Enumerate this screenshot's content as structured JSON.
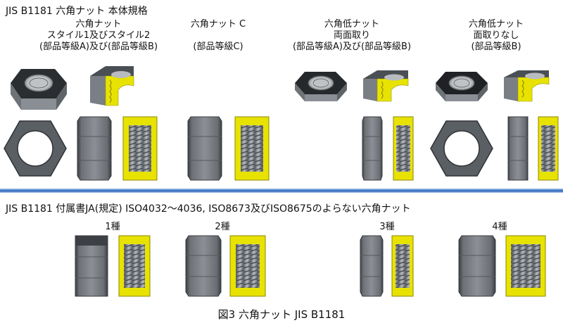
{
  "top_section": {
    "title": "JIS B1181 六角ナット 本体規格",
    "columns": [
      {
        "lines": [
          "六角ナット",
          "スタイル1及びスタイル2",
          "(部品等級A)及び(部品等級B)"
        ]
      },
      {
        "lines": [
          "六角ナット C",
          "",
          "(部品等級C)"
        ]
      },
      {
        "lines": [
          "六角低ナット",
          "両面取り",
          "(部品等級A)及び(部品等級B)"
        ]
      },
      {
        "lines": [
          "六角低ナット",
          "面取りなし",
          "(部品等級B)"
        ]
      }
    ]
  },
  "bottom_section": {
    "title": "JIS B1181 付属書JA(規定) ISO4032～4036, ISO8673及びISO8675のよらない六角ナット",
    "types": [
      "1種",
      "2種",
      "3種",
      "4種"
    ]
  },
  "caption": "図3 六角ナット JIS B1181",
  "colors": {
    "accent": "#2f66b8",
    "thread_section": "#e8e200",
    "nut_body": "#4a4f55"
  }
}
